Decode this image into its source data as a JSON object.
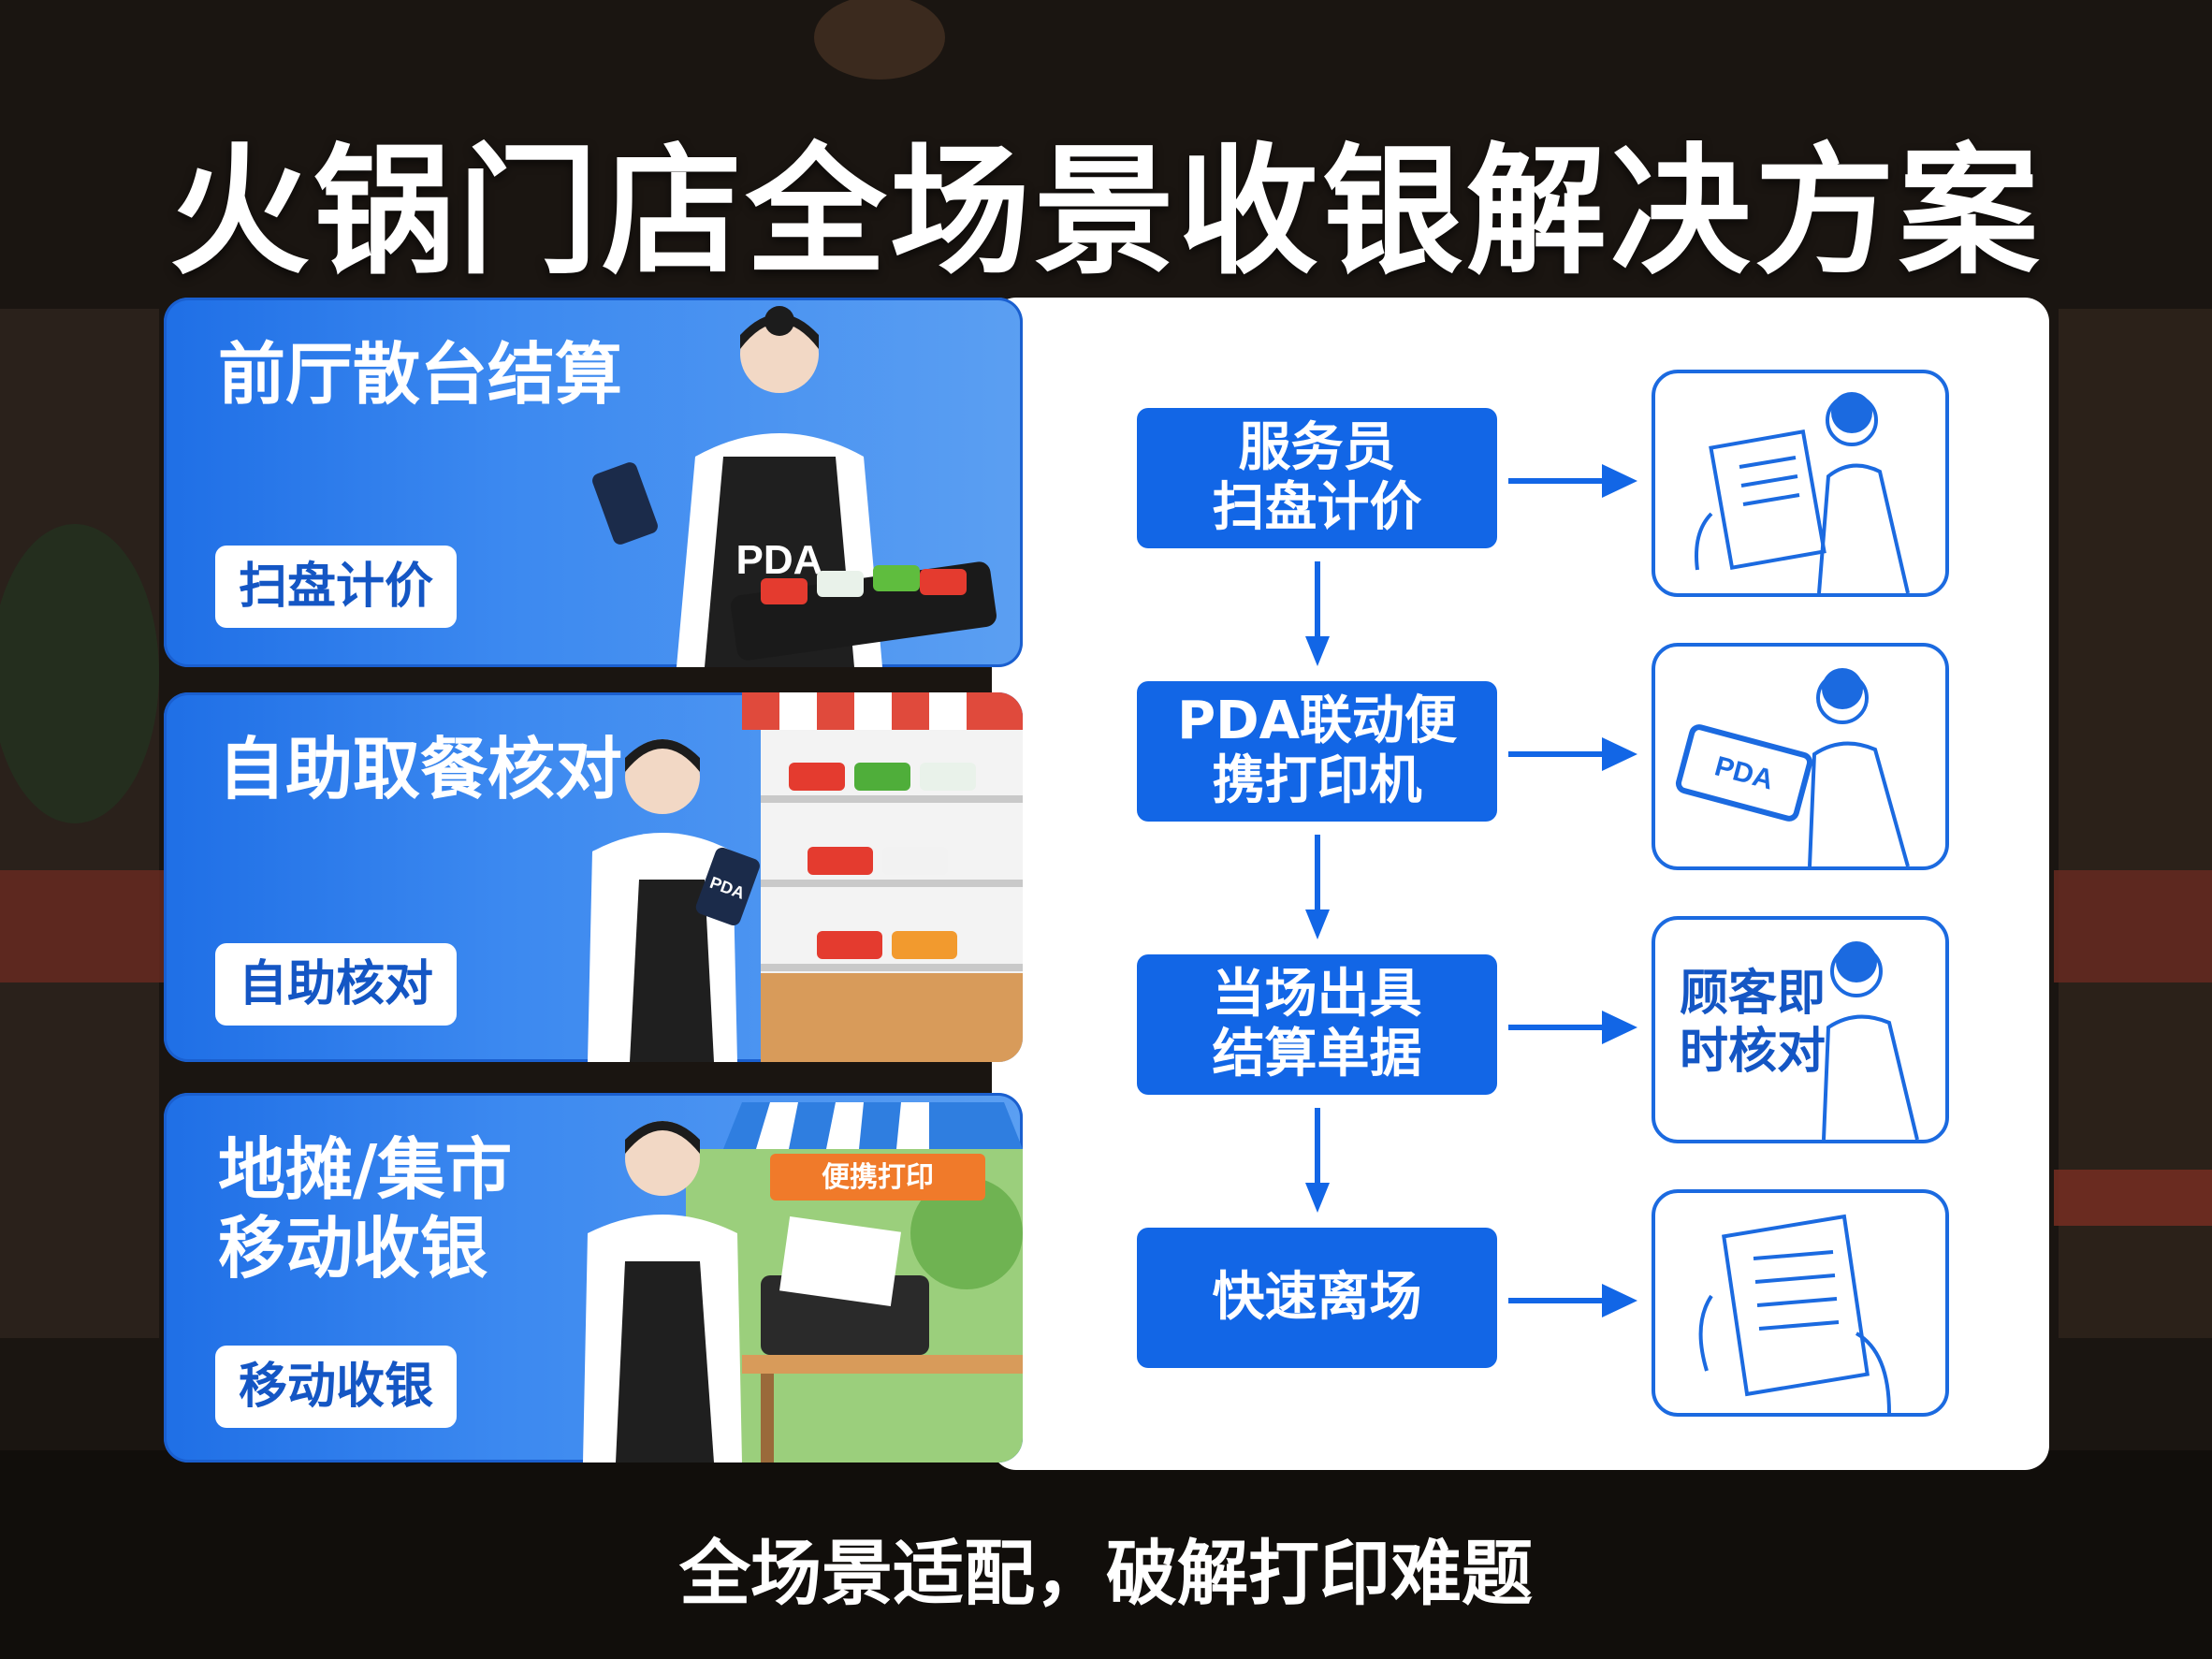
{
  "title": "火锅门店全场景收银解决方案",
  "cards": [
    {
      "title": "前厅散台结算",
      "tag": "扫盘计价",
      "illustration_badge": "PDA"
    },
    {
      "title": "自助取餐核对",
      "tag": "自助核对",
      "illustration_badge": "PDA"
    },
    {
      "title": "地摊/集市\n移动收银",
      "tag": "移动收银",
      "illustration_badge": "便携打印"
    }
  ],
  "steps": [
    {
      "label": "服务员\n扫盘计价"
    },
    {
      "label": "PDA联动便\n携打印机"
    },
    {
      "label": "当场出具\n结算单据"
    },
    {
      "label": "快速离场"
    }
  ],
  "step_icons": [
    {
      "icon": "receipt-reading-icon",
      "text": ""
    },
    {
      "icon": "pda-holding-icon",
      "text": "",
      "badge": "PDA"
    },
    {
      "icon": "customer-check-icon",
      "text": "顾客即\n时核对"
    },
    {
      "icon": "receipt-hand-icon",
      "text": ""
    }
  ],
  "slogan": "全场景适配，破解打印难题",
  "colors": {
    "brand_blue": "#1266e6",
    "card_blue": "#3c89f0",
    "tag_text": "#1456c4"
  }
}
